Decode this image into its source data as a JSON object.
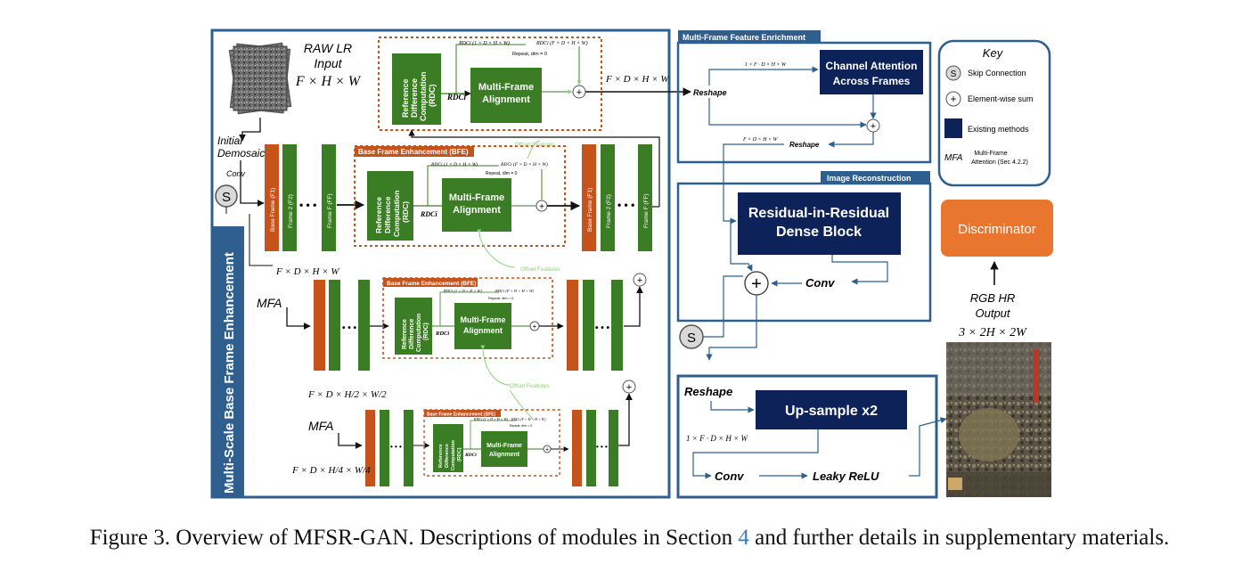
{
  "figure": {
    "caption_before": "Figure 3. Overview of MFSR-GAN. Descriptions of modules in Section ",
    "caption_ref": "4",
    "caption_after": " and further details in supplementary materials."
  },
  "input": {
    "title1": "RAW LR",
    "title2": "Input",
    "dims": "F × H × W",
    "initial1": "Initial",
    "initial2": "Demosaic",
    "conv": "Conv"
  },
  "side_label": "Multi-Scale Base Frame Enhancement",
  "skip": "S",
  "plus": "+",
  "dots": "• • •",
  "frames": {
    "base": "Base Frame (F1)",
    "frame2": "Frame 2 (F2)",
    "frameF": "Frame F (FF)"
  },
  "bfe_title": "Base Frame Enhancement (BFE)",
  "rdc": {
    "l1": "Reference",
    "l2": "Difference",
    "l3": "Computation",
    "l4": "(RDC)"
  },
  "mfa_box": {
    "l1": "Multi-Frame",
    "l2": "Alignment"
  },
  "rdc_label": "RDCi",
  "rdc_top1": "RDCi (1 × D × H × W)",
  "rdc_top2": "RDCi (F × D × H × W)",
  "repeat": "Repeat, dim = 0",
  "offset": "Offset Features",
  "dims_fdhw": "F × D × H × W",
  "mfa": "MFA",
  "scale2_dims": "F × D × H/2 × W/2",
  "scale4_dims": "F × D × H/4 × W/4",
  "enrich": {
    "title": "Multi-Frame Feature Enrichment",
    "reshape": "Reshape",
    "dims_top": "1 × F · D × H × W",
    "dims_bottom": "F × D × H × W",
    "ca1": "Channel Attention",
    "ca2": "Across Frames"
  },
  "recon": {
    "title": "Image Reconstruction",
    "rrdb1": "Residual-in-Residual",
    "rrdb2": "Dense Block",
    "conv": "Conv"
  },
  "upsample": {
    "reshape": "Reshape",
    "box": "Up-sample x2",
    "dims": "1 × F · D × H × W",
    "conv": "Conv",
    "relu": "Leaky ReLU"
  },
  "key": {
    "title": "Key",
    "skip": "Skip Connection",
    "sum": "Element-wise sum",
    "existing": "Existing methods",
    "mfa": "MFA",
    "mfa_desc1": "Multi-Frame",
    "mfa_desc2": "Attention (Sec 4.2.2)"
  },
  "discriminator": "Discriminator",
  "output": {
    "l1": "RGB HR",
    "l2": "Output",
    "dims": "3 × 2H × 2W"
  },
  "colors": {
    "blue_frame": "#2e5f8f",
    "navy": "#0d2258",
    "green": "#3b7d24",
    "orange": "#c5531c",
    "discriminator": "#e8762e",
    "offset_green": "#8fd17a"
  }
}
